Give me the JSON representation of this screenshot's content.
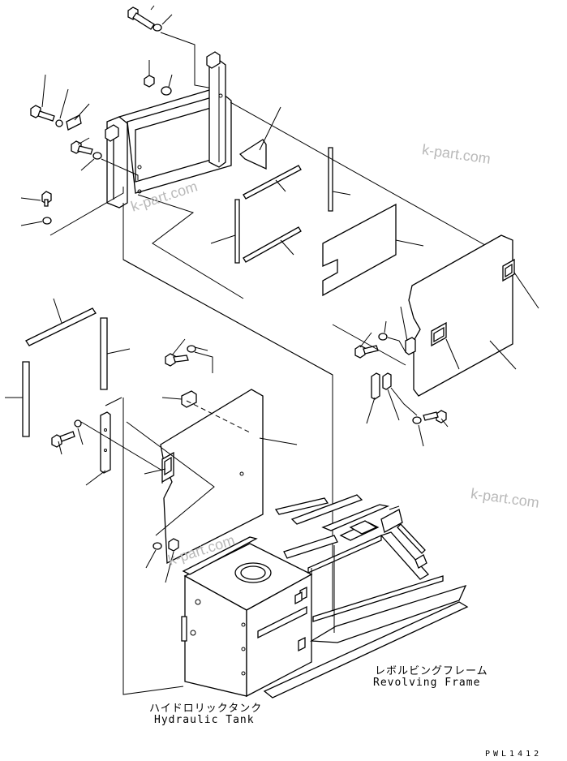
{
  "labels": {
    "revolving_frame_jp": "レボルビングフレーム",
    "revolving_frame_en": "Revolving Frame",
    "hydraulic_tank_jp": "ハイドロリックタンク",
    "hydraulic_tank_en": "Hydraulic Tank",
    "drawing_code": "PWL1412"
  },
  "watermarks": [
    "k-part.com",
    "k-part.com",
    "k-part.com",
    "k-part.com"
  ]
}
